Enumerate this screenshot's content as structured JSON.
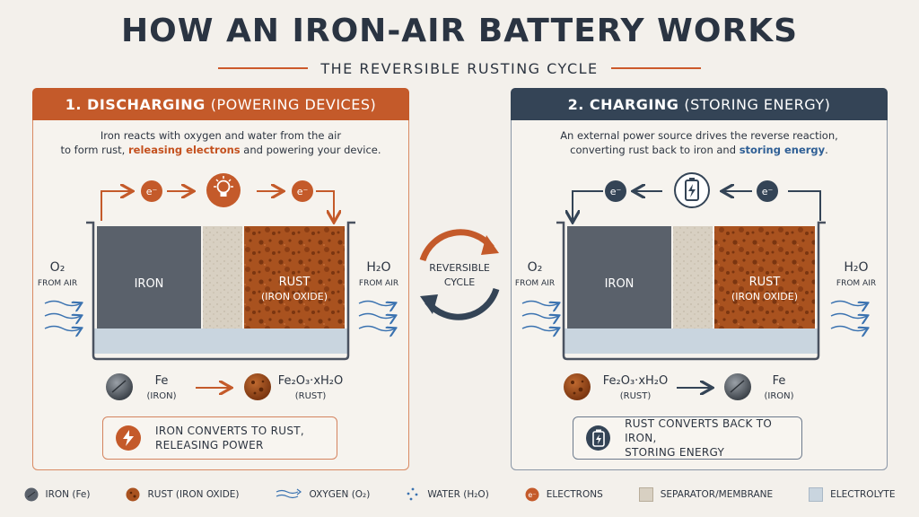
{
  "title": "HOW AN IRON-AIR BATTERY WORKS",
  "subtitle": "THE REVERSIBLE RUSTING CYCLE",
  "discharging": {
    "number_title": "1. DISCHARGING",
    "paren_title": "(POWERING DEVICES)",
    "desc_line1": "Iron reacts with oxygen and water from the air",
    "desc_line2_pre": "to form rust, ",
    "desc_line2_hl": "releasing electrons",
    "desc_line2_post": " and powering your device.",
    "electron_symbol": "e⁻",
    "left_cell_label": "IRON",
    "right_cell_label": "RUST",
    "right_cell_sub": "(IRON OXIDE)",
    "side_left_formula": "O₂",
    "side_left_sub": "FROM AIR",
    "side_right_formula": "H₂O",
    "side_right_sub": "FROM AIR",
    "reactant_formula": "Fe",
    "reactant_name": "(IRON)",
    "product_formula": "Fe₂O₃·xH₂O",
    "product_name": "(RUST)",
    "status_line1": "IRON CONVERTS TO RUST,",
    "status_line2": "RELEASING POWER",
    "status_icon": "lightning-bolt-icon",
    "center_icon": "lightbulb-icon"
  },
  "charging": {
    "number_title": "2. CHARGING",
    "paren_title": "(STORING ENERGY)",
    "desc_line1": "An external power source drives the reverse reaction,",
    "desc_line2_pre": "converting rust back to iron and ",
    "desc_line2_hl": "storing energy",
    "desc_line2_post": ".",
    "electron_symbol": "e⁻",
    "left_cell_label": "IRON",
    "right_cell_label": "RUST",
    "right_cell_sub": "(IRON OXIDE)",
    "side_left_formula": "O₂",
    "side_left_sub": "FROM AIR",
    "side_right_formula": "H₂O",
    "side_right_sub": "FROM AIR",
    "reactant_formula": "Fe₂O₃·xH₂O",
    "reactant_name": "(RUST)",
    "product_formula": "Fe",
    "product_name": "(IRON)",
    "status_line1": "RUST CONVERTS BACK TO IRON,",
    "status_line2": "STORING ENERGY",
    "status_icon": "battery-charging-icon",
    "center_icon": "battery-charging-icon"
  },
  "cycle": {
    "line1": "REVERSIBLE",
    "line2": "CYCLE"
  },
  "legend": [
    {
      "label": "IRON (Fe)",
      "icon": "iron-sphere-icon"
    },
    {
      "label": "RUST (IRON OXIDE)",
      "icon": "rust-sphere-icon"
    },
    {
      "label": "OXYGEN (O₂)",
      "icon": "air-flow-icon"
    },
    {
      "label": "WATER (H₂O)",
      "icon": "water-droplets-icon"
    },
    {
      "label": "ELECTRONS",
      "icon": "electron-icon"
    },
    {
      "label": "SEPARATOR/MEMBRANE",
      "icon": "separator-swatch-icon"
    },
    {
      "label": "ELECTROLYTE",
      "icon": "electrolyte-swatch-icon"
    }
  ],
  "colors": {
    "orange": "#c45a2a",
    "navy": "#344456",
    "iron": "#5a616b",
    "rust": "#a9521f",
    "separator": "#d8d0c2",
    "electrolyte": "#c9d5df",
    "air_blue": "#3a72b0",
    "background": "#f3f0eb"
  }
}
